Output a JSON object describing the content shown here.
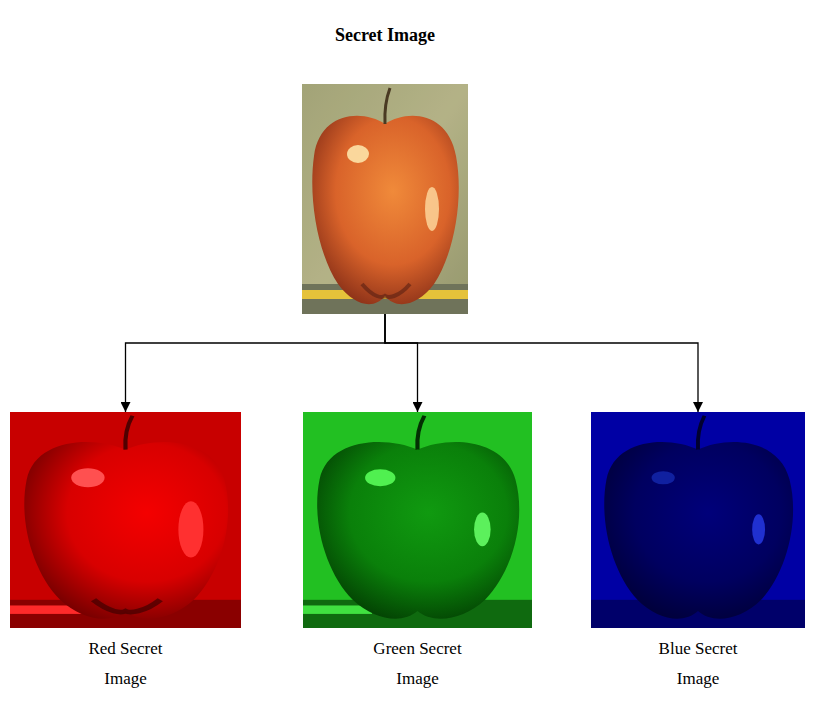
{
  "diagram": {
    "nodes": [
      {
        "text": [
          "Secret Image"
        ]
      },
      {
        "text": [
          "Red Secret Image"
        ]
      },
      {
        "text": [
          "Green Secret Image"
        ]
      },
      {
        "text": [
          "Blue Secret Image"
        ]
      }
    ],
    "edges": [
      {
        "from": 0,
        "to": 1,
        "arrow": "to"
      },
      {
        "from": 0,
        "to": 2,
        "arrow": "to"
      },
      {
        "from": 0,
        "to": 3,
        "arrow": "to"
      }
    ]
  }
}
